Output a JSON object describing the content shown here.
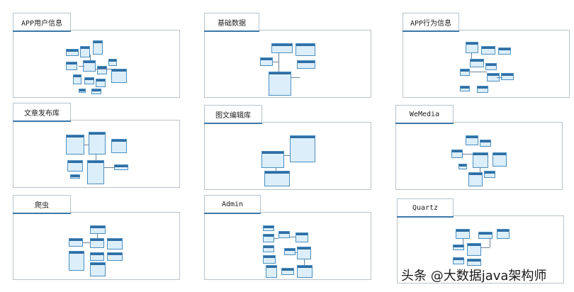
{
  "panels": [
    {
      "title": "APP用户信息"
    },
    {
      "title": "基础数据"
    },
    {
      "title": "APP行为信息"
    },
    {
      "title": "文章发布库"
    },
    {
      "title": "图文编辑库"
    },
    {
      "title": "WeMedia"
    },
    {
      "title": "爬虫"
    },
    {
      "title": "Admin"
    },
    {
      "title": "Quartz"
    }
  ],
  "watermark": "头条 @大数据java架构师"
}
